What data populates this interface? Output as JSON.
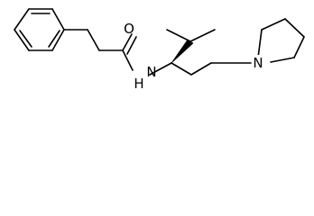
{
  "structure": {
    "atom_labels": {
      "carbonyl_oxygen": "O",
      "amide_nitrogen": "N",
      "amide_hydrogen": "H",
      "ring_nitrogen": "N"
    },
    "stereo_center": "wedge"
  }
}
